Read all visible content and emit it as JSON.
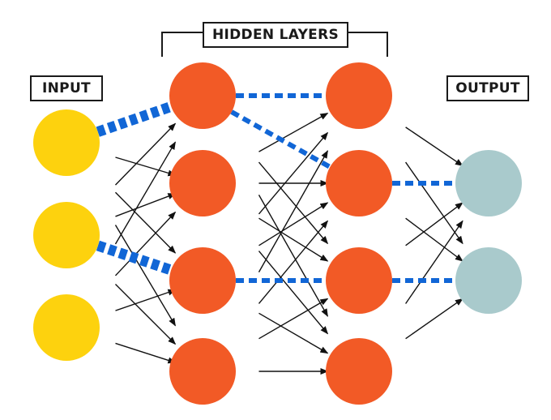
{
  "labels": {
    "input": "INPUT",
    "hidden": "HIDDEN LAYERS",
    "output": "OUTPUT"
  },
  "colors": {
    "input_node": "#FDD20E",
    "hidden_node": "#F25A26",
    "output_node": "#A9CACC",
    "highlight": "#1166D6",
    "arrow": "#111111"
  },
  "network": {
    "layers": [
      {
        "name": "input",
        "count": 3
      },
      {
        "name": "hidden-1",
        "count": 4
      },
      {
        "name": "hidden-2",
        "count": 4
      },
      {
        "name": "output",
        "count": 2
      }
    ],
    "highlighted_connections": [
      {
        "from": [
          0,
          0
        ],
        "to": [
          1,
          0
        ]
      },
      {
        "from": [
          0,
          1
        ],
        "to": [
          1,
          2
        ]
      },
      {
        "from": [
          1,
          0
        ],
        "to": [
          2,
          0
        ]
      },
      {
        "from": [
          1,
          0
        ],
        "to": [
          2,
          1
        ]
      },
      {
        "from": [
          1,
          2
        ],
        "to": [
          2,
          2
        ]
      },
      {
        "from": [
          2,
          1
        ],
        "to": [
          3,
          0
        ]
      },
      {
        "from": [
          2,
          2
        ],
        "to": [
          3,
          1
        ]
      }
    ]
  }
}
